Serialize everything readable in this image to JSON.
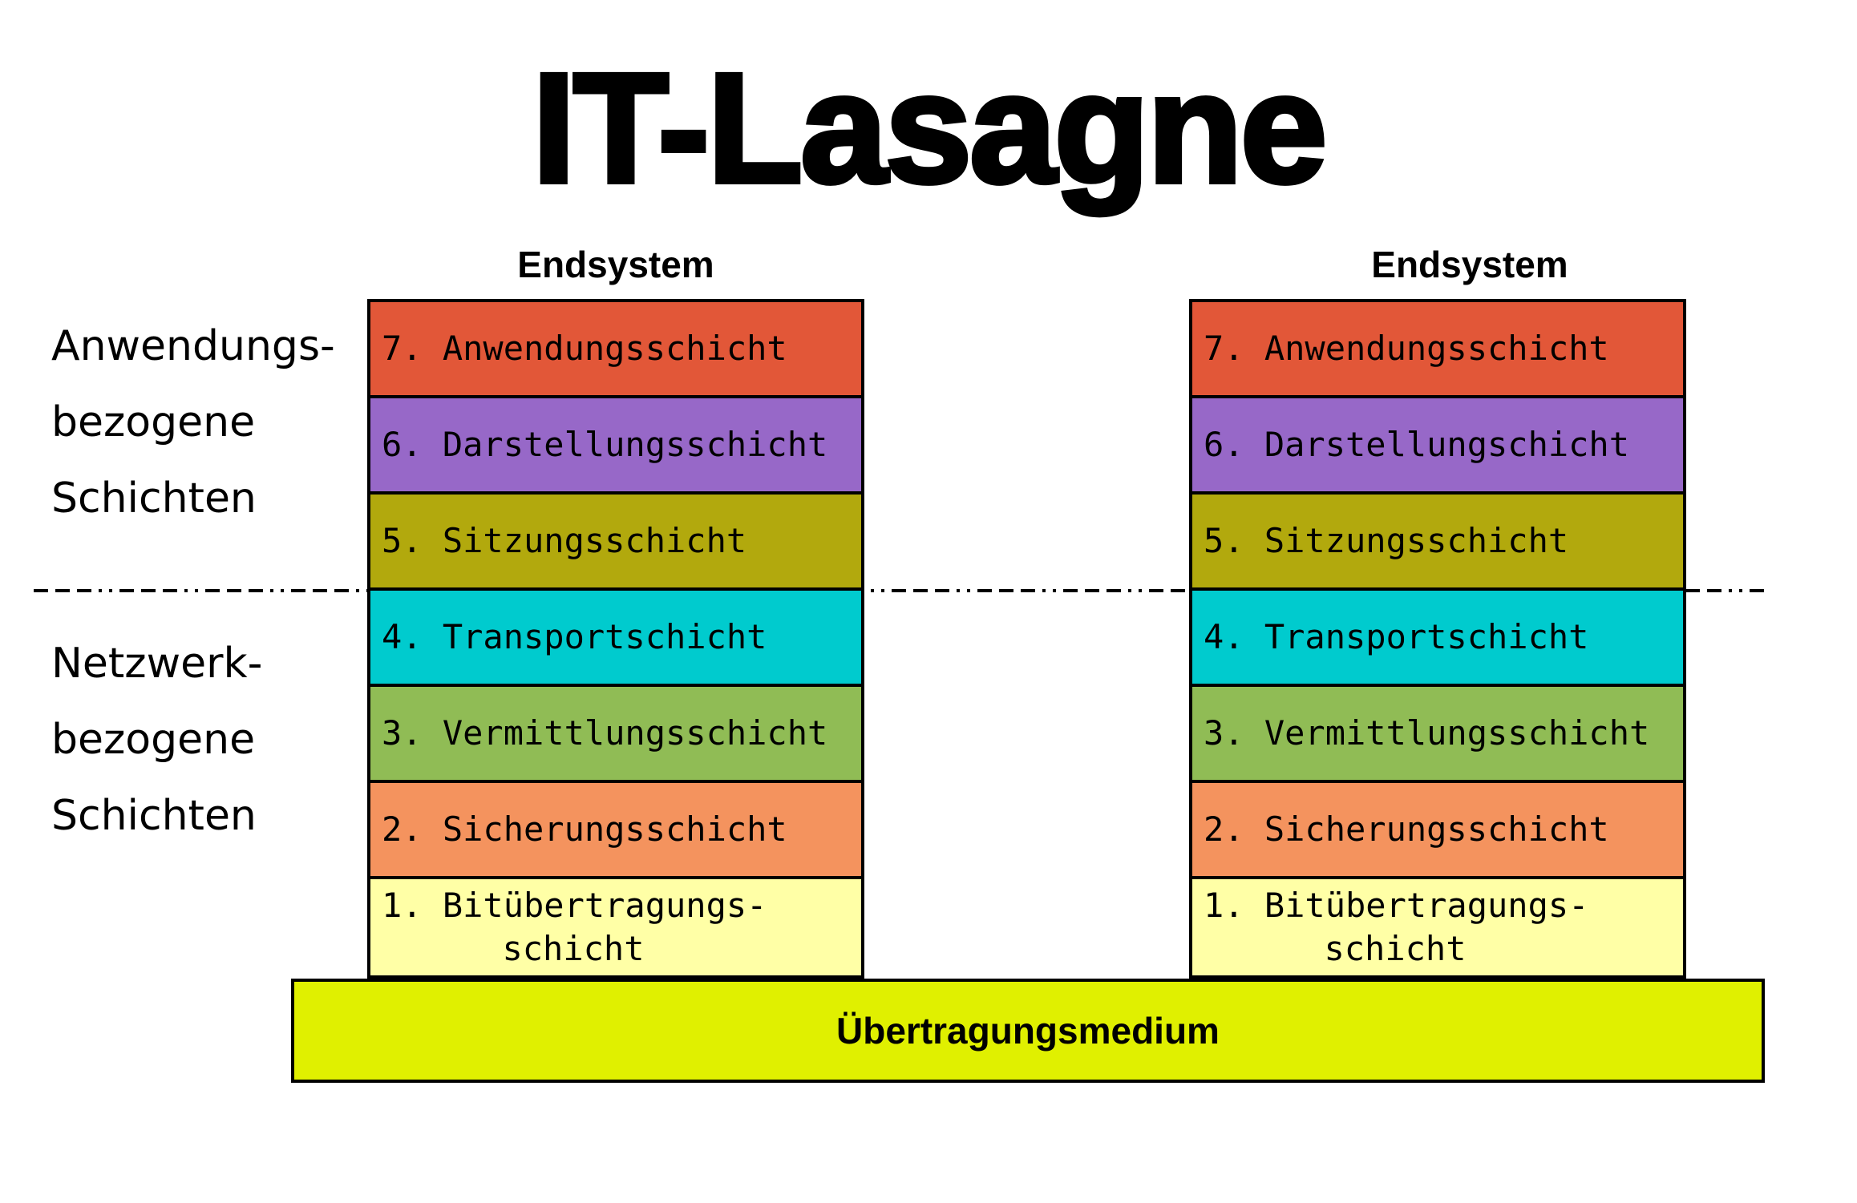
{
  "title": "IT-Lasagne",
  "background_color": "#ffffff",
  "border_color": "#000000",
  "side_labels": {
    "application_group": [
      "Anwendungs-",
      "bezogene",
      "Schichten"
    ],
    "network_group": [
      "Netzwerk-",
      "bezogene",
      "Schichten"
    ]
  },
  "layer_colors": [
    "#e25738",
    "#9768c8",
    "#b2a90d",
    "#00cbce",
    "#90bc55",
    "#f4935e",
    "#ffffa6"
  ],
  "columns": [
    {
      "header": "Endsystem",
      "layers": [
        {
          "label": "7. Anwendungsschicht"
        },
        {
          "label": "6. Darstellungsschicht"
        },
        {
          "label": "5. Sitzungsschicht"
        },
        {
          "label": "4. Transportschicht"
        },
        {
          "label": "3. Vermittlungsschicht"
        },
        {
          "label": "2. Sicherungsschicht"
        },
        {
          "label": "1. Bitübertragungs-",
          "label2": "schicht"
        }
      ]
    },
    {
      "header": "Endsystem",
      "layers": [
        {
          "label": "7. Anwendungsschicht"
        },
        {
          "label": "6. Darstellungschicht"
        },
        {
          "label": "5. Sitzungsschicht"
        },
        {
          "label": "4. Transportschicht"
        },
        {
          "label": "3. Vermittlungsschicht"
        },
        {
          "label": "2. Sicherungsschicht"
        },
        {
          "label": "1. Bitübertragungs-",
          "label2": "schicht"
        }
      ]
    }
  ],
  "medium_bar": {
    "label": "Übertragungsmedium",
    "color": "#e0f000"
  }
}
